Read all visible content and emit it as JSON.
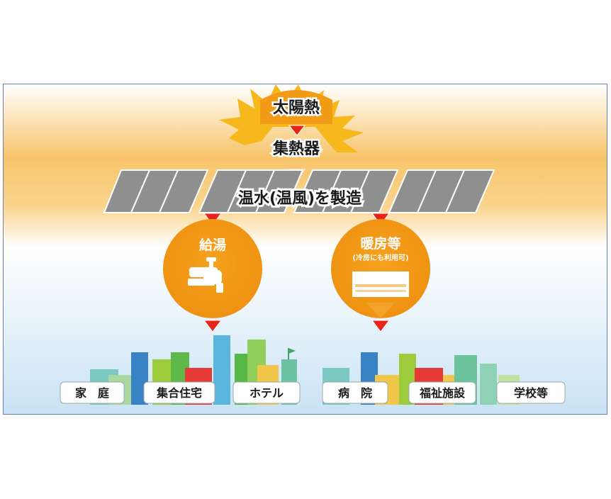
{
  "diagram": {
    "source": "太陽熱",
    "collector": "集熱器",
    "process": "温水(温風)を製造",
    "outputs": [
      {
        "title": "給湯",
        "note": "",
        "icon": "faucet-icon"
      },
      {
        "title": "暖房等",
        "note": "(冷房にも利用可)",
        "icon": "air-conditioner-icon"
      }
    ],
    "facilities": [
      "家　庭",
      "集合住宅",
      "ホテル",
      "病　院",
      "福祉施設",
      "学校等"
    ]
  },
  "colors": {
    "sun": "#f5a623",
    "circle": "#f29b16",
    "arrow": "#e8231a",
    "panel": "#8f8f8f",
    "sky_top": "#f7c971",
    "sky_bottom": "#cfe6f6"
  }
}
